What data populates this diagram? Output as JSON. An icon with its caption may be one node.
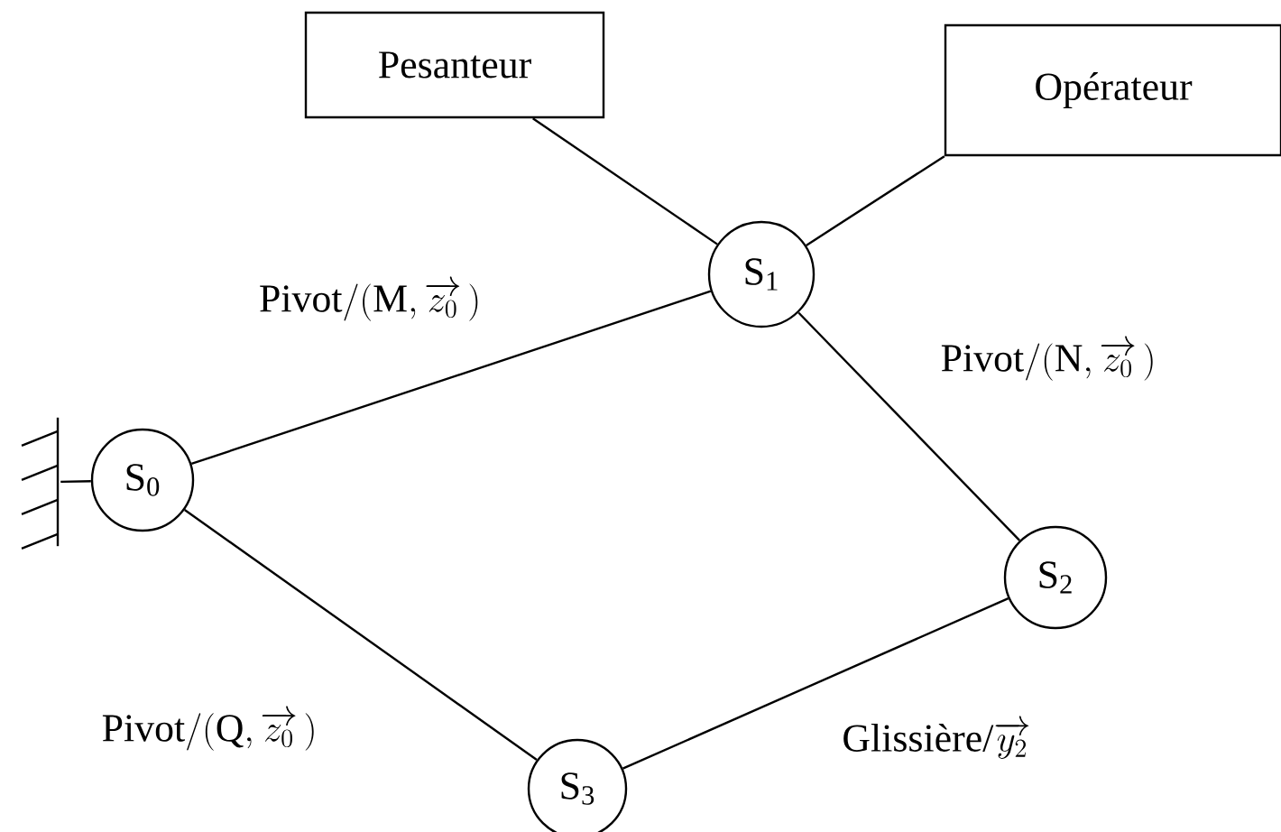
{
  "diagram": {
    "nodes": [
      {
        "text": [
          "Pesanteur"
        ]
      },
      {
        "text": [
          "Opérateur"
        ]
      },
      {
        "text": [
          "S$_{1}$"
        ]
      },
      {
        "text": [
          "S$_{0}$"
        ]
      },
      {
        "text": [
          "S$_{2}$"
        ]
      },
      {
        "text": [
          "S$_{3}$"
        ]
      },
      {
        "text": [],
        "shape": "bar"
      }
    ],
    "edges": [
      {
        "from": 0,
        "to": 2,
        "arrow": "none"
      },
      {
        "from": 1,
        "to": 2,
        "arrow": "none"
      },
      {
        "from": 3,
        "to": 2,
        "arrow": "none",
        "label": "\\mathrm{Pivot/(M,}\\,\\overrightarrow{z_{0}}\\,\\mathrm{)}"
      },
      {
        "from": 2,
        "to": 4,
        "arrow": "none",
        "label": "\\mathrm{Pivot/(N,}\\,\\overrightarrow{z_{0}}\\,\\mathrm{)}"
      },
      {
        "from": 3,
        "to": 5,
        "arrow": "none",
        "label": "\\mathrm{Pivot/(Q,}\\,\\overrightarrow{z_{0}}\\,\\mathrm{)}"
      },
      {
        "from": 5,
        "to": 4,
        "arrow": "none",
        "label": "\\text{Glissière/}\\overrightarrow{y_{2}}"
      },
      {
        "from": 3,
        "to": 6,
        "arrow": "none"
      }
    ]
  }
}
